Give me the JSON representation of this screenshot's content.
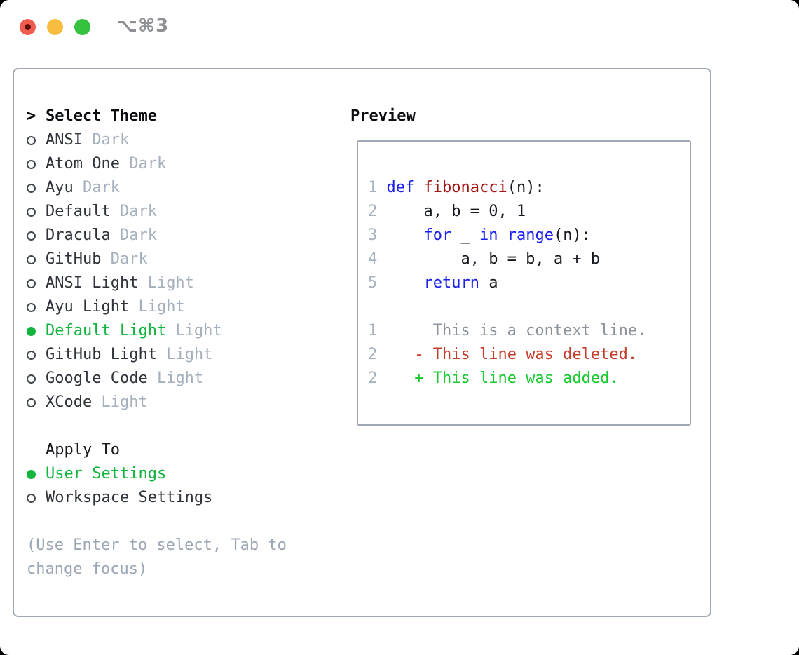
{
  "window": {
    "shortcut_label": "⌥⌘3"
  },
  "icons": {
    "close_button": "close-circle",
    "minimize_button": "minimize-circle",
    "zoom_button": "zoom-circle",
    "focus_caret": ">",
    "radio_unselected": "radio-circle-outline",
    "radio_selected": "radio-circle-filled"
  },
  "theme_picker": {
    "title_prefix": ">",
    "title": "Select Theme",
    "items": [
      {
        "name": "ANSI",
        "variant": "Dark",
        "selected": false
      },
      {
        "name": "Atom One",
        "variant": "Dark",
        "selected": false
      },
      {
        "name": "Ayu",
        "variant": "Dark",
        "selected": false
      },
      {
        "name": "Default",
        "variant": "Dark",
        "selected": false
      },
      {
        "name": "Dracula",
        "variant": "Dark",
        "selected": false
      },
      {
        "name": "GitHub",
        "variant": "Dark",
        "selected": false
      },
      {
        "name": "ANSI Light",
        "variant": "Light",
        "selected": false
      },
      {
        "name": "Ayu Light",
        "variant": "Light",
        "selected": false
      },
      {
        "name": "Default Light",
        "variant": "Light",
        "selected": true
      },
      {
        "name": "GitHub Light",
        "variant": "Light",
        "selected": false
      },
      {
        "name": "Google Code",
        "variant": "Light",
        "selected": false
      },
      {
        "name": "XCode",
        "variant": "Light",
        "selected": false
      }
    ]
  },
  "apply_to": {
    "title": "Apply To",
    "options": [
      {
        "label": "User Settings",
        "selected": true
      },
      {
        "label": "Workspace Settings",
        "selected": false
      }
    ]
  },
  "hint_lines": [
    "(Use Enter to select, Tab to",
    "change focus)"
  ],
  "preview": {
    "title": "Preview",
    "lines": [
      {
        "tokens": [
          {
            "text": "1 ",
            "role": "line_number"
          },
          {
            "text": "def",
            "role": "keyword"
          },
          {
            "text": " ",
            "role": "code"
          },
          {
            "text": "fibonacci",
            "role": "function"
          },
          {
            "text": "(n):",
            "role": "code"
          }
        ]
      },
      {
        "tokens": [
          {
            "text": "2 ",
            "role": "line_number"
          },
          {
            "text": "    a, b = 0, 1",
            "role": "code"
          }
        ]
      },
      {
        "tokens": [
          {
            "text": "3 ",
            "role": "line_number"
          },
          {
            "text": "    ",
            "role": "code"
          },
          {
            "text": "for",
            "role": "keyword"
          },
          {
            "text": " _ ",
            "role": "code"
          },
          {
            "text": "in",
            "role": "keyword"
          },
          {
            "text": " ",
            "role": "code"
          },
          {
            "text": "range",
            "role": "keyword"
          },
          {
            "text": "(n):",
            "role": "code"
          }
        ]
      },
      {
        "tokens": [
          {
            "text": "4 ",
            "role": "line_number"
          },
          {
            "text": "        a, b = b, a + b",
            "role": "code"
          }
        ]
      },
      {
        "tokens": [
          {
            "text": "5 ",
            "role": "line_number"
          },
          {
            "text": "    ",
            "role": "code"
          },
          {
            "text": "return",
            "role": "keyword"
          },
          {
            "text": " a",
            "role": "code"
          }
        ]
      },
      {
        "tokens": []
      },
      {
        "tokens": [
          {
            "text": "1 ",
            "role": "line_number"
          },
          {
            "text": "     This is a context line.",
            "role": "context"
          }
        ]
      },
      {
        "tokens": [
          {
            "text": "2 ",
            "role": "line_number"
          },
          {
            "text": "   ",
            "role": "code"
          },
          {
            "text": "- This line was deleted.",
            "role": "deleted"
          }
        ]
      },
      {
        "tokens": [
          {
            "text": "2 ",
            "role": "line_number"
          },
          {
            "text": "   ",
            "role": "code"
          },
          {
            "text": "+ This line was added.",
            "role": "added"
          }
        ]
      }
    ]
  },
  "colors": {
    "selection_green": "#12b53e",
    "added_green": "#15c92e",
    "deleted_red": "#c43d2c",
    "keyword_blue": "#1b20ee",
    "function_red": "#a31313",
    "line_number_gray": "#a7b1be",
    "variant_gray": "#a6b0bd",
    "hint_gray": "#9ba6b5",
    "border_gray": "#9fa8b3",
    "traffic_red": "#f15c51",
    "traffic_yellow": "#f8bd3f",
    "traffic_green": "#34c23f"
  }
}
